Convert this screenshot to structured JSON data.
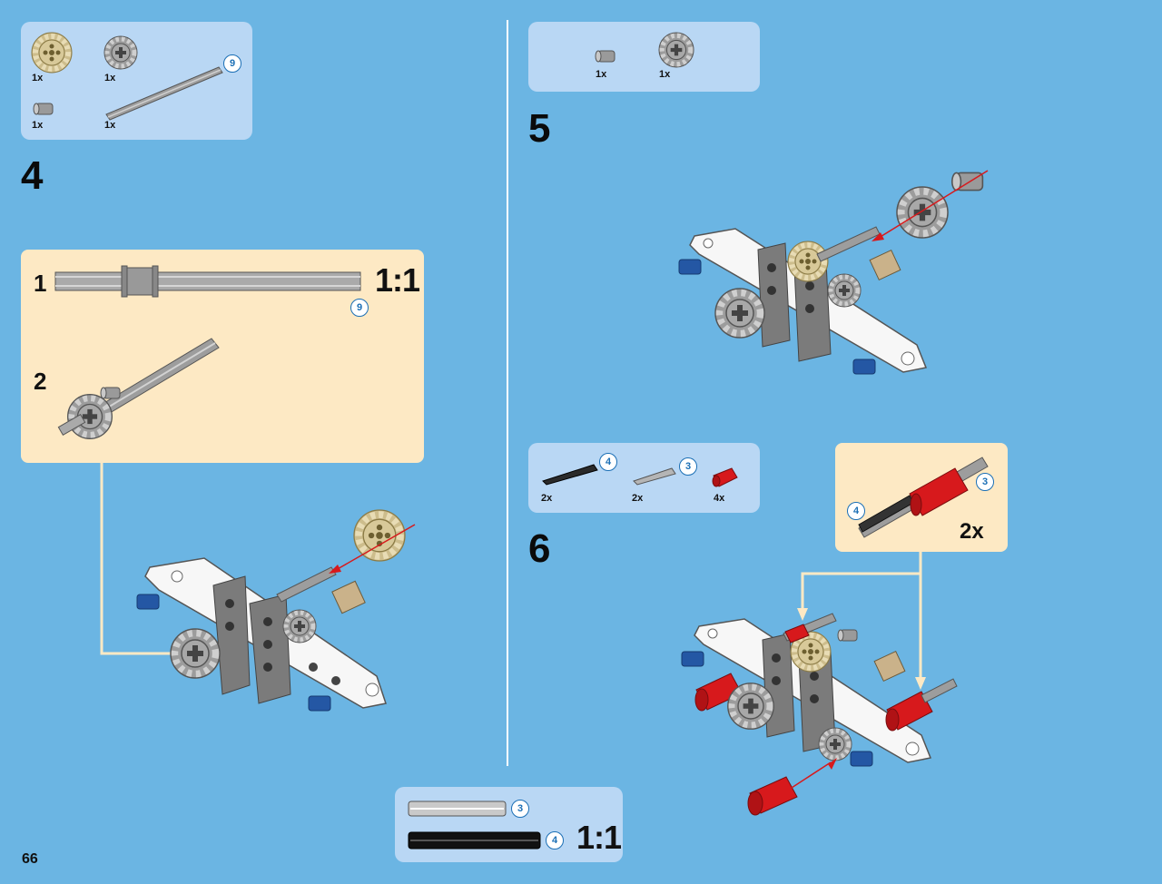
{
  "page": {
    "number": "66"
  },
  "step4": {
    "number": "4",
    "parts": [
      {
        "icon": "tan-gear-20-icon",
        "qty": "1x"
      },
      {
        "icon": "gray-gear-16-icon",
        "qty": "1x"
      },
      {
        "icon": "bush-icon",
        "qty": "1x"
      },
      {
        "icon": "axle-9-icon",
        "qty": "1x",
        "badge": "9"
      }
    ],
    "substep": {
      "step1": "1",
      "step2": "2",
      "scale": "1:1",
      "axle_badge": "9"
    }
  },
  "step5": {
    "number": "5",
    "parts": [
      {
        "icon": "bush-icon",
        "qty": "1x"
      },
      {
        "icon": "gray-gear-16-icon",
        "qty": "1x"
      }
    ]
  },
  "step6": {
    "number": "6",
    "parts": [
      {
        "icon": "black-axle-4-icon",
        "qty": "2x",
        "badge": "4"
      },
      {
        "icon": "gray-axle-3-icon",
        "qty": "2x",
        "badge": "3"
      },
      {
        "icon": "red-connector-icon",
        "qty": "4x"
      }
    ],
    "callout": {
      "badge_a": "3",
      "badge_b": "4",
      "qty": "2x"
    }
  },
  "ruler": {
    "badge_a": "3",
    "badge_b": "4",
    "scale": "1:1"
  },
  "colors": {
    "background": "#6bb5e3",
    "parts_panel": "#b9d7f4",
    "substep_panel": "#fde9c4",
    "accent_red": "#d7191c",
    "badge_blue": "#1b6fb5"
  }
}
